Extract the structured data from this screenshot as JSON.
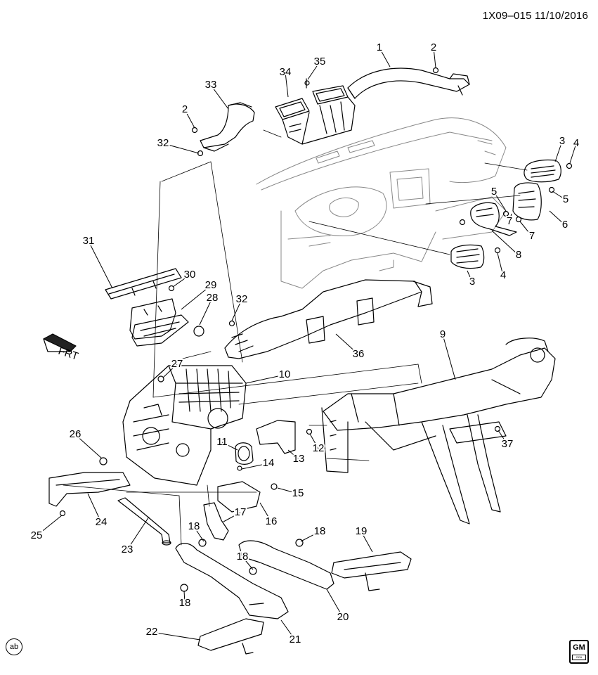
{
  "header": {
    "diagram_code": "1X09–015",
    "date": "11/10/2016"
  },
  "front_arrow_text": "FRT",
  "footer": {
    "badge_left": "ab",
    "logo_text": "GM",
    "logo_sub": "OCA"
  },
  "callouts": [
    {
      "n": "1"
    },
    {
      "n": "2"
    },
    {
      "n": "35"
    },
    {
      "n": "34"
    },
    {
      "n": "33"
    },
    {
      "n": "2"
    },
    {
      "n": "32"
    },
    {
      "n": "3"
    },
    {
      "n": "4"
    },
    {
      "n": "5"
    },
    {
      "n": "5"
    },
    {
      "n": "6"
    },
    {
      "n": "7"
    },
    {
      "n": "7"
    },
    {
      "n": "8"
    },
    {
      "n": "4"
    },
    {
      "n": "3"
    },
    {
      "n": "31"
    },
    {
      "n": "30"
    },
    {
      "n": "29"
    },
    {
      "n": "28"
    },
    {
      "n": "32"
    },
    {
      "n": "36"
    },
    {
      "n": "9"
    },
    {
      "n": "27"
    },
    {
      "n": "10"
    },
    {
      "n": "26"
    },
    {
      "n": "11"
    },
    {
      "n": "12"
    },
    {
      "n": "13"
    },
    {
      "n": "14"
    },
    {
      "n": "37"
    },
    {
      "n": "15"
    },
    {
      "n": "16"
    },
    {
      "n": "17"
    },
    {
      "n": "24"
    },
    {
      "n": "25"
    },
    {
      "n": "23"
    },
    {
      "n": "18"
    },
    {
      "n": "18"
    },
    {
      "n": "19"
    },
    {
      "n": "18"
    },
    {
      "n": "18"
    },
    {
      "n": "20"
    },
    {
      "n": "21"
    },
    {
      "n": "22"
    }
  ]
}
